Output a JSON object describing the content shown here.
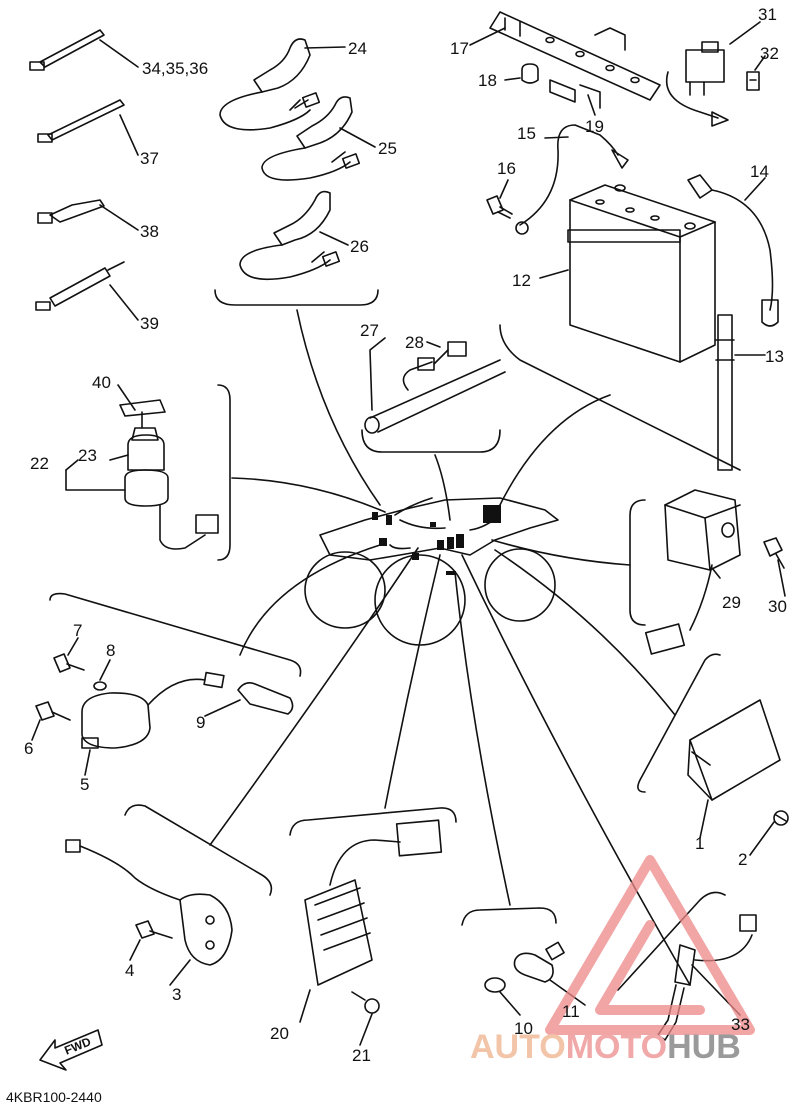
{
  "diagram": {
    "drawing_code": "4KBR100-2440",
    "fwd_label": "FWD",
    "watermark": {
      "part1": "AUTO",
      "part2": "MOTO",
      "part3": "HUB",
      "color1": "#f2c4a8",
      "color2": "#f0a8a8",
      "color3": "#9a9a9a",
      "logo_color": "#ee8888"
    },
    "callouts": {
      "c1": "1",
      "c2": "2",
      "c3": "3",
      "c4": "4",
      "c5": "5",
      "c6": "6",
      "c7": "7",
      "c8": "8",
      "c9": "9",
      "c10": "10",
      "c11": "11",
      "c12": "12",
      "c13": "13",
      "c14": "14",
      "c15": "15",
      "c16": "16",
      "c17": "17",
      "c18": "18",
      "c19": "19",
      "c20": "20",
      "c21": "21",
      "c22": "22",
      "c23": "23",
      "c24": "24",
      "c25": "25",
      "c26": "26",
      "c27": "27",
      "c28": "28",
      "c29": "29",
      "c30": "30",
      "c31": "31",
      "c32": "32",
      "c33": "33",
      "c34": "34,35,36",
      "c37": "37",
      "c38": "38",
      "c39": "39",
      "c40": "40"
    }
  }
}
